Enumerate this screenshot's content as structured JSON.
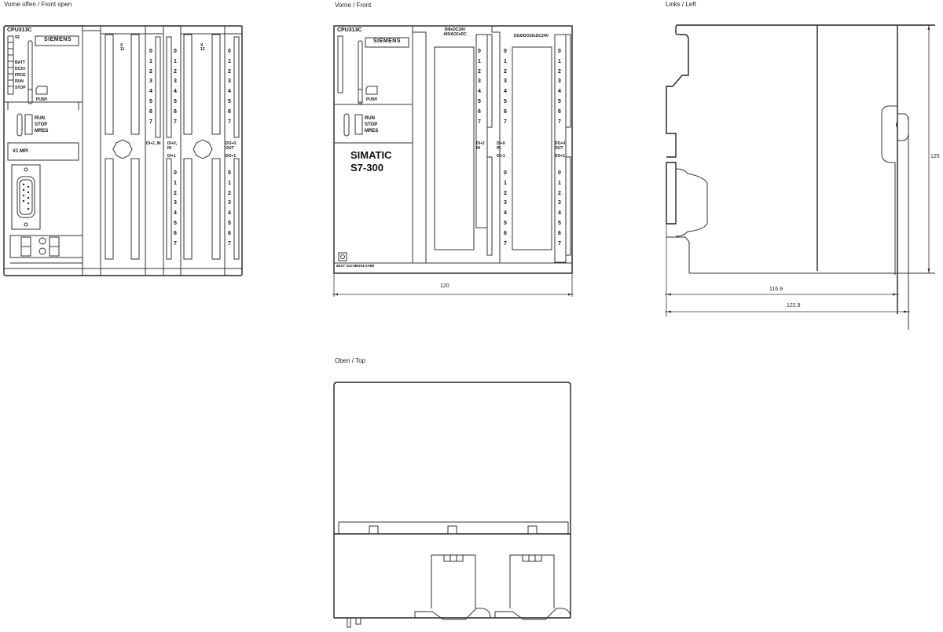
{
  "views": {
    "front_open": {
      "label": "Vorne offen / Front open",
      "cpu_model": "CPU313C",
      "brand_badge": "SIEMENS",
      "status_leds": [
        "SF",
        "",
        "",
        "",
        "BATT",
        "DC5V",
        "FRCE",
        "RUN",
        "STOP"
      ],
      "push_label": "PUSH",
      "mode_labels": [
        "RUN",
        "STOP",
        "MRES"
      ],
      "port_label": "X1 MPI",
      "connector_x1": "X\n11",
      "connector_x2": "X\n12",
      "channel_numbers": [
        "0",
        "1",
        "2",
        "3",
        "4",
        "5",
        "6",
        "7"
      ],
      "group_labels": {
        "in1": "DI+2, IN",
        "in2": "DI+0, IN",
        "in2_sub": "DI+1",
        "out": "DO+0, OUT",
        "out_sub": "DO+1"
      }
    },
    "front": {
      "label": "Vorne / Front",
      "cpu_model": "CPU313C",
      "brand_badge": "SIEMENS",
      "product_line1": "SIMATIC",
      "product_line2": "S7-300",
      "order_number": "6ES7 313-5BG04-0AB0",
      "push_label": "PUSH",
      "mode_labels": [
        "RUN",
        "STOP",
        "MRES"
      ],
      "module1_title": "DI8xDC24V\nAI5/AO2xDC",
      "module2_title": "DI16/DO16xDC24V",
      "group_labels": {
        "in1": "DI+2 IN",
        "in2": "DI+0 IN",
        "in2_sub": "DI+1",
        "out": "DO+0 OUT",
        "out_sub": "DO+1"
      },
      "dimension_width": "120"
    },
    "left": {
      "label": "Links / Left",
      "dimension_height": "125",
      "dimension_depth_inner": "116.9",
      "dimension_depth_outer": "122.9"
    },
    "top": {
      "label": "Oben / Top"
    }
  }
}
